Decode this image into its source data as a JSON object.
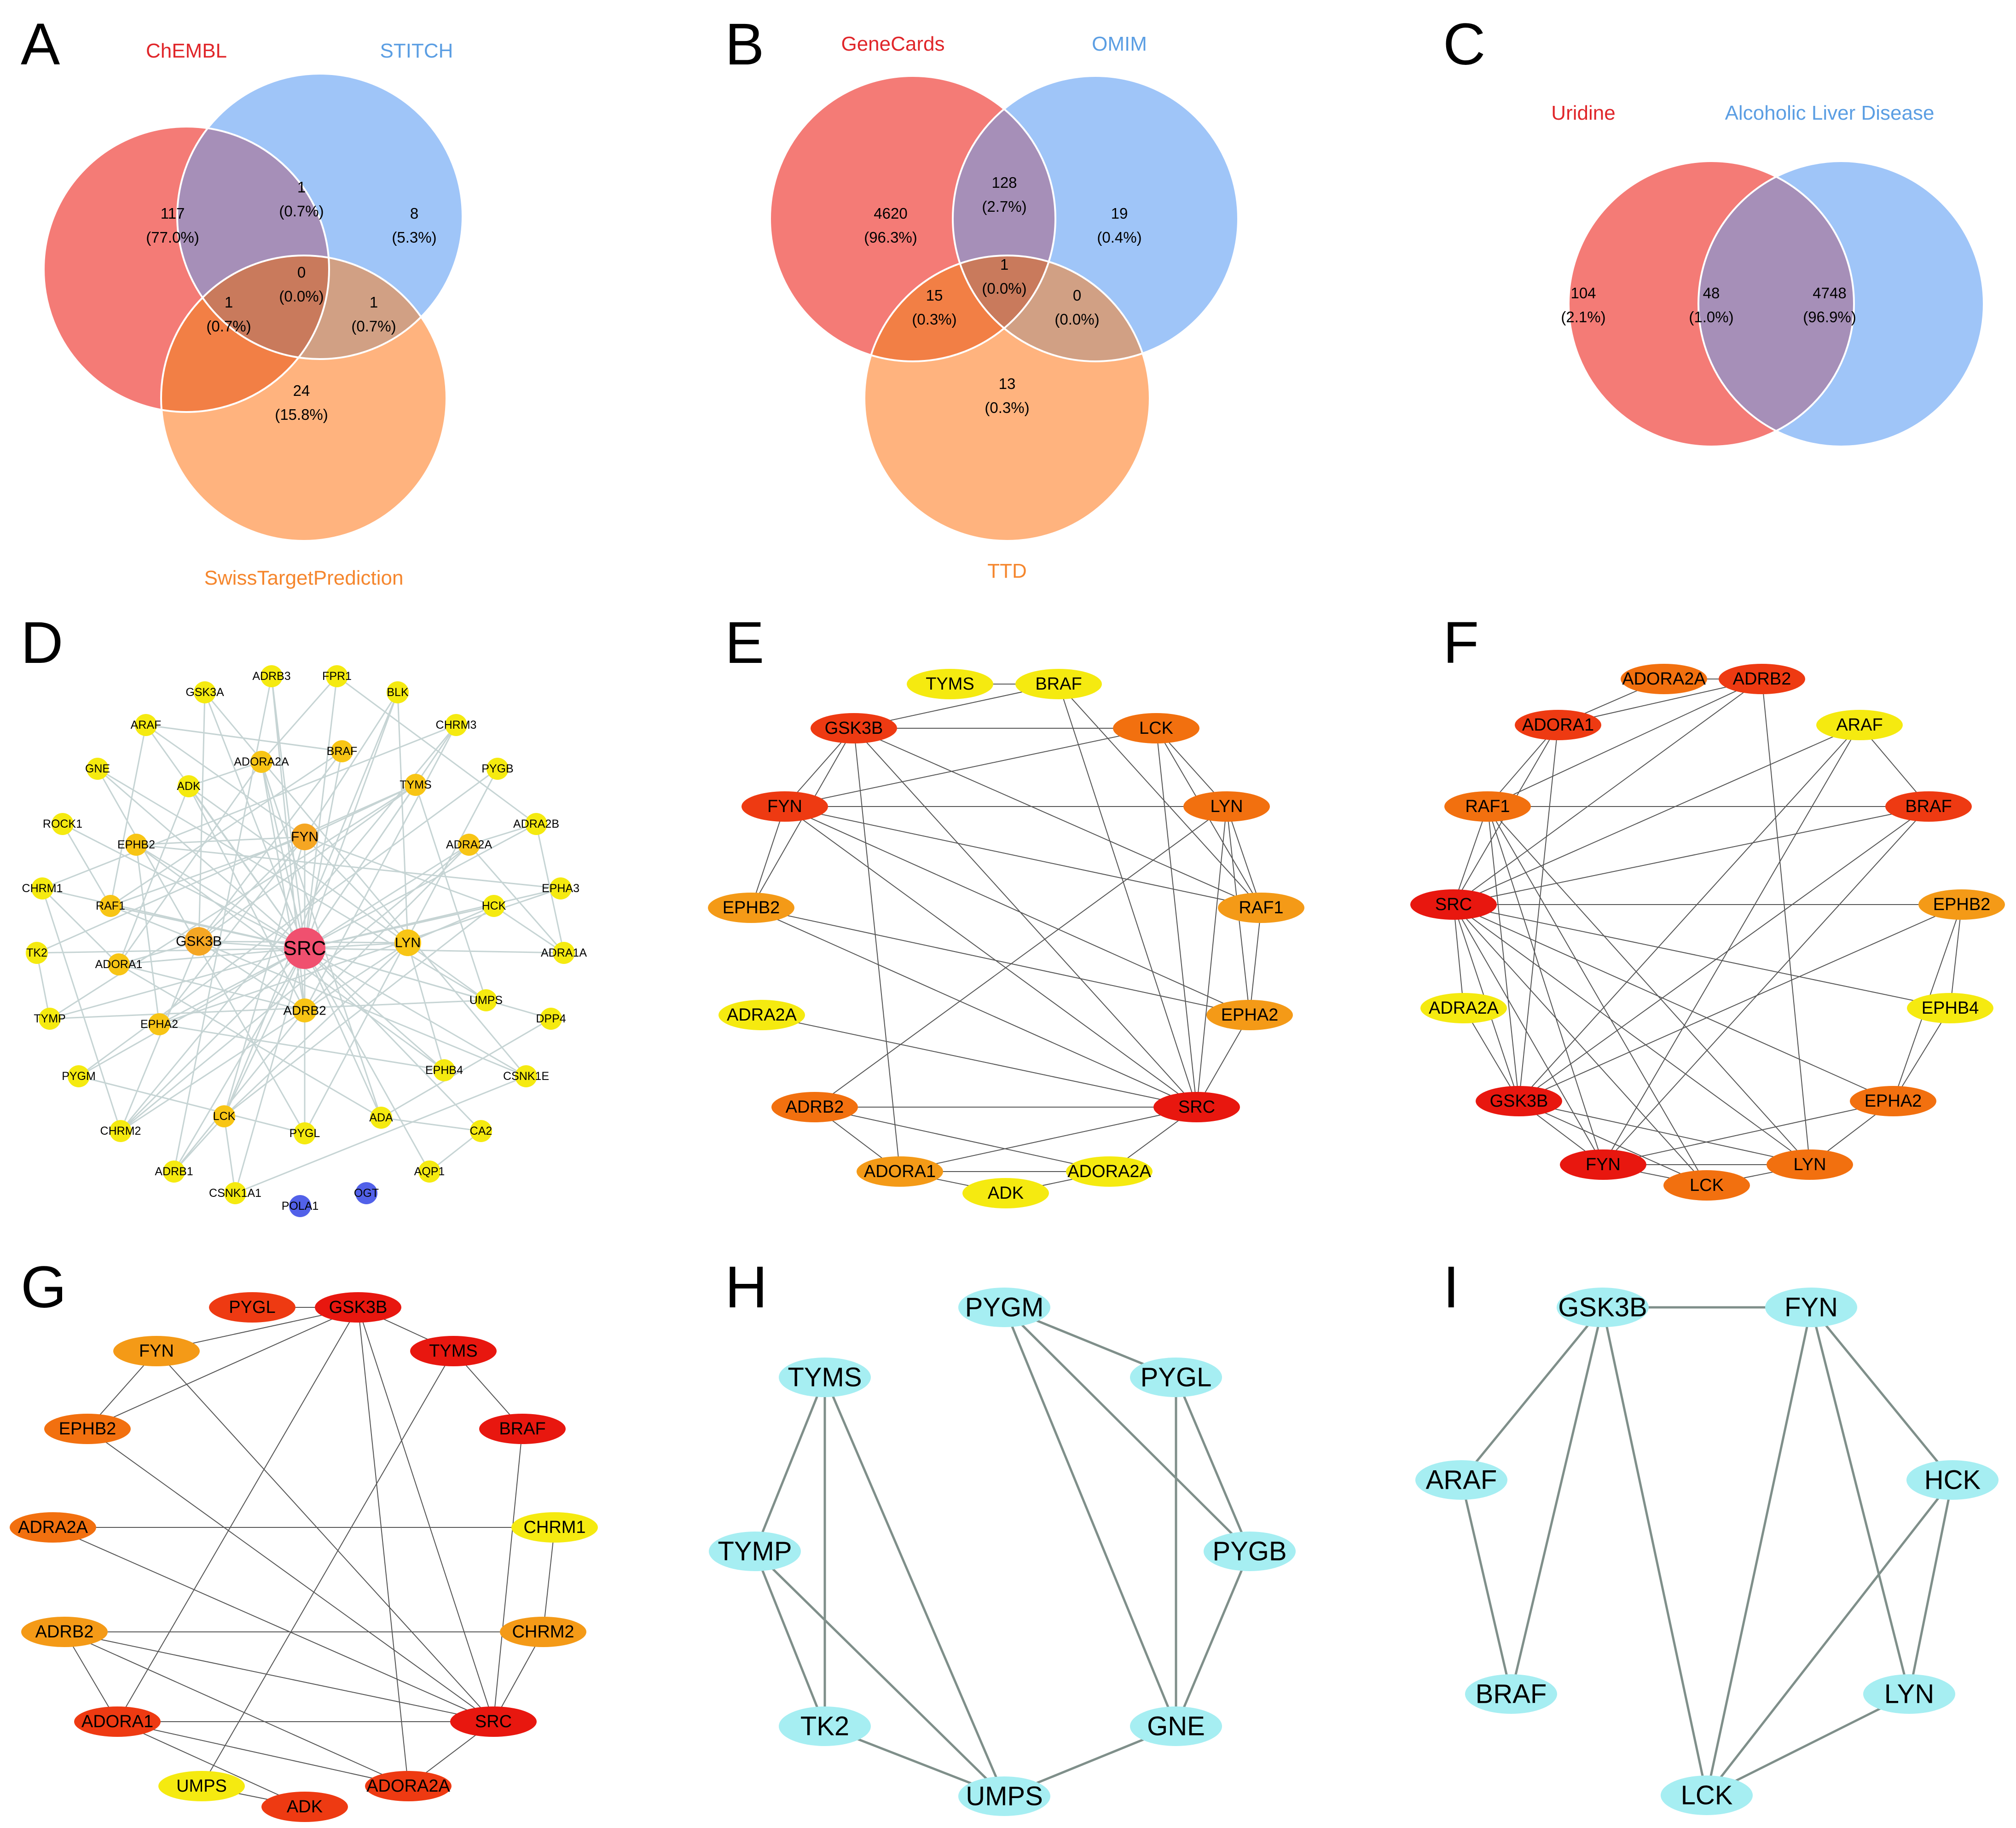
{
  "colors": {
    "venn_red": "#f47b76",
    "venn_blue": "#9fc5f8",
    "venn_orange": "#ffb37e",
    "venn_red_blue": "#a68fb8",
    "venn_red_orange": "#f27f45",
    "venn_blue_orange": "#d1a084",
    "venn_center": "#c97a5c",
    "title_red": "#e0262a",
    "title_blue": "#5b9ee3",
    "title_orange": "#f5862d",
    "edge_light": "#c6d4d4",
    "edge_dark": "#555555",
    "edge_cyan": "#7f8f8a",
    "node_pink": "#f0506f",
    "node_gold": "#f5a623",
    "node_amber": "#f8c515",
    "node_yellow": "#f5ea10",
    "node_blue": "#5261e9",
    "node_red": "#e8170f",
    "node_red_orange": "#ee3a12",
    "node_orange": "#f2700f",
    "node_light_orange": "#f49a17",
    "node_cyan": "#a6eef2"
  },
  "venn_a": {
    "letter": "A",
    "sets": [
      "ChEMBL",
      "STITCH",
      "SwissTargetPrediction"
    ],
    "regions": [
      {
        "count": "117",
        "pct": "(77.0%)"
      },
      {
        "count": "8",
        "pct": "(5.3%)"
      },
      {
        "count": "24",
        "pct": "(15.8%)"
      },
      {
        "count": "1",
        "pct": "(0.7%)"
      },
      {
        "count": "1",
        "pct": "(0.7%)"
      },
      {
        "count": "1",
        "pct": "(0.7%)"
      },
      {
        "count": "0",
        "pct": "(0.0%)"
      }
    ]
  },
  "venn_b": {
    "letter": "B",
    "sets": [
      "GeneCards",
      "OMIM",
      "TTD"
    ],
    "regions": [
      {
        "count": "4620",
        "pct": "(96.3%)"
      },
      {
        "count": "19",
        "pct": "(0.4%)"
      },
      {
        "count": "13",
        "pct": "(0.3%)"
      },
      {
        "count": "128",
        "pct": "(2.7%)"
      },
      {
        "count": "15",
        "pct": "(0.3%)"
      },
      {
        "count": "0",
        "pct": "(0.0%)"
      },
      {
        "count": "1",
        "pct": "(0.0%)"
      }
    ]
  },
  "venn_c": {
    "letter": "C",
    "sets": [
      "Uridine",
      "Alcoholic Liver Disease"
    ],
    "regions": [
      {
        "count": "104",
        "pct": "(2.1%)"
      },
      {
        "count": "4748",
        "pct": "(96.9%)"
      },
      {
        "count": "48",
        "pct": "(1.0%)"
      }
    ]
  },
  "network_d": {
    "letter": "D",
    "nodes": [
      {
        "label": "SRC",
        "color": "pink"
      },
      {
        "label": "FYN",
        "color": "gold"
      },
      {
        "label": "GSK3B",
        "color": "gold"
      },
      {
        "label": "LYN",
        "color": "amber"
      },
      {
        "label": "ADRB2",
        "color": "amber"
      },
      {
        "label": "EPHB2",
        "color": "amber"
      },
      {
        "label": "RAF1",
        "color": "amber"
      },
      {
        "label": "ADORA1",
        "color": "amber"
      },
      {
        "label": "EPHA2",
        "color": "amber"
      },
      {
        "label": "LCK",
        "color": "amber"
      },
      {
        "label": "ADORA2A",
        "color": "amber"
      },
      {
        "label": "BRAF",
        "color": "amber"
      },
      {
        "label": "TYMS",
        "color": "amber"
      },
      {
        "label": "ADRA2A",
        "color": "amber"
      },
      {
        "label": "ADK",
        "color": "yellow"
      },
      {
        "label": "HCK",
        "color": "yellow"
      },
      {
        "label": "UMPS",
        "color": "yellow"
      },
      {
        "label": "EPHB4",
        "color": "yellow"
      },
      {
        "label": "ADA",
        "color": "yellow"
      },
      {
        "label": "PYGL",
        "color": "yellow"
      },
      {
        "label": "ADRB3",
        "color": "yellow"
      },
      {
        "label": "FPR1",
        "color": "yellow"
      },
      {
        "label": "BLK",
        "color": "yellow"
      },
      {
        "label": "GSK3A",
        "color": "yellow"
      },
      {
        "label": "ARAF",
        "color": "yellow"
      },
      {
        "label": "CHRM3",
        "color": "yellow"
      },
      {
        "label": "GNE",
        "color": "yellow"
      },
      {
        "label": "PYGB",
        "color": "yellow"
      },
      {
        "label": "ADRA2B",
        "color": "yellow"
      },
      {
        "label": "ROCK1",
        "color": "yellow"
      },
      {
        "label": "EPHA3",
        "color": "yellow"
      },
      {
        "label": "CHRM1",
        "color": "yellow"
      },
      {
        "label": "ADRA1A",
        "color": "yellow"
      },
      {
        "label": "TK2",
        "color": "yellow"
      },
      {
        "label": "TYMP",
        "color": "yellow"
      },
      {
        "label": "DPP4",
        "color": "yellow"
      },
      {
        "label": "PYGM",
        "color": "yellow"
      },
      {
        "label": "CSNK1E",
        "color": "yellow"
      },
      {
        "label": "CHRM2",
        "color": "yellow"
      },
      {
        "label": "CA2",
        "color": "yellow"
      },
      {
        "label": "ADRB1",
        "color": "yellow"
      },
      {
        "label": "AQP1",
        "color": "yellow"
      },
      {
        "label": "CSNK1A1",
        "color": "yellow"
      },
      {
        "label": "POLA1",
        "color": "blue"
      },
      {
        "label": "OGT",
        "color": "blue"
      }
    ]
  },
  "network_e": {
    "letter": "E",
    "nodes": [
      {
        "label": "TYMS",
        "color": "yellow"
      },
      {
        "label": "BRAF",
        "color": "yellow"
      },
      {
        "label": "GSK3B",
        "color": "red_orange"
      },
      {
        "label": "LCK",
        "color": "orange"
      },
      {
        "label": "FYN",
        "color": "red_orange"
      },
      {
        "label": "LYN",
        "color": "orange"
      },
      {
        "label": "EPHB2",
        "color": "light_orange"
      },
      {
        "label": "RAF1",
        "color": "light_orange"
      },
      {
        "label": "ADRA2A",
        "color": "yellow"
      },
      {
        "label": "EPHA2",
        "color": "light_orange"
      },
      {
        "label": "ADRB2",
        "color": "orange"
      },
      {
        "label": "SRC",
        "color": "red"
      },
      {
        "label": "ADORA1",
        "color": "light_orange"
      },
      {
        "label": "ADORA2A",
        "color": "yellow"
      },
      {
        "label": "ADK",
        "color": "yellow"
      }
    ]
  },
  "network_f": {
    "letter": "F",
    "nodes": [
      {
        "label": "ADORA2A",
        "color": "orange"
      },
      {
        "label": "ADRB2",
        "color": "red_orange"
      },
      {
        "label": "ADORA1",
        "color": "red_orange"
      },
      {
        "label": "ARAF",
        "color": "yellow"
      },
      {
        "label": "RAF1",
        "color": "orange"
      },
      {
        "label": "BRAF",
        "color": "red_orange"
      },
      {
        "label": "SRC",
        "color": "red"
      },
      {
        "label": "EPHB2",
        "color": "light_orange"
      },
      {
        "label": "ADRA2A",
        "color": "yellow"
      },
      {
        "label": "EPHB4",
        "color": "yellow"
      },
      {
        "label": "GSK3B",
        "color": "red"
      },
      {
        "label": "EPHA2",
        "color": "orange"
      },
      {
        "label": "FYN",
        "color": "red"
      },
      {
        "label": "LCK",
        "color": "orange"
      },
      {
        "label": "LYN",
        "color": "orange"
      }
    ]
  },
  "network_g": {
    "letter": "G",
    "nodes": [
      {
        "label": "PYGL",
        "color": "red_orange"
      },
      {
        "label": "GSK3B",
        "color": "red"
      },
      {
        "label": "FYN",
        "color": "light_orange"
      },
      {
        "label": "TYMS",
        "color": "red"
      },
      {
        "label": "EPHB2",
        "color": "orange"
      },
      {
        "label": "BRAF",
        "color": "red"
      },
      {
        "label": "ADRA2A",
        "color": "orange"
      },
      {
        "label": "CHRM1",
        "color": "yellow"
      },
      {
        "label": "ADRB2",
        "color": "light_orange"
      },
      {
        "label": "CHRM2",
        "color": "light_orange"
      },
      {
        "label": "ADORA1",
        "color": "red_orange"
      },
      {
        "label": "SRC",
        "color": "red"
      },
      {
        "label": "UMPS",
        "color": "yellow"
      },
      {
        "label": "ADK",
        "color": "red_orange"
      },
      {
        "label": "ADORA2A",
        "color": "red_orange"
      }
    ]
  },
  "network_h": {
    "letter": "H",
    "nodes": [
      {
        "label": "PYGM",
        "color": "cyan"
      },
      {
        "label": "TYMS",
        "color": "cyan"
      },
      {
        "label": "PYGL",
        "color": "cyan"
      },
      {
        "label": "TYMP",
        "color": "cyan"
      },
      {
        "label": "PYGB",
        "color": "cyan"
      },
      {
        "label": "TK2",
        "color": "cyan"
      },
      {
        "label": "GNE",
        "color": "cyan"
      },
      {
        "label": "UMPS",
        "color": "cyan"
      }
    ]
  },
  "network_i": {
    "letter": "I",
    "nodes": [
      {
        "label": "GSK3B",
        "color": "cyan"
      },
      {
        "label": "FYN",
        "color": "cyan"
      },
      {
        "label": "ARAF",
        "color": "cyan"
      },
      {
        "label": "HCK",
        "color": "cyan"
      },
      {
        "label": "BRAF",
        "color": "cyan"
      },
      {
        "label": "LYN",
        "color": "cyan"
      },
      {
        "label": "LCK",
        "color": "cyan"
      }
    ]
  }
}
